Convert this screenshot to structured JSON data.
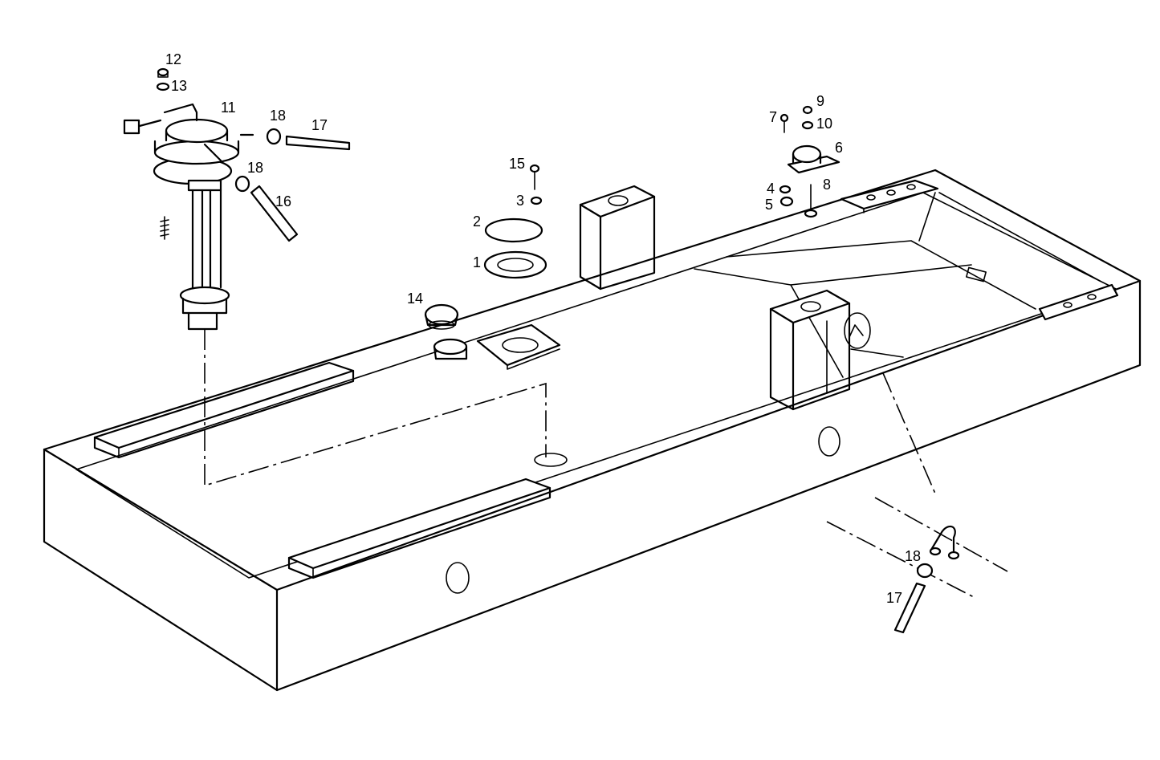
{
  "callouts": {
    "c1": "1",
    "c2": "2",
    "c3": "3",
    "c4": "4",
    "c5": "5",
    "c6": "6",
    "c7": "7",
    "c8": "8",
    "c9": "9",
    "c10": "10",
    "c11": "11",
    "c12": "12",
    "c13": "13",
    "c14": "14",
    "c15": "15",
    "c16": "16",
    "c17a": "17",
    "c17b": "17",
    "c18a": "18",
    "c18b": "18",
    "c18c": "18"
  }
}
